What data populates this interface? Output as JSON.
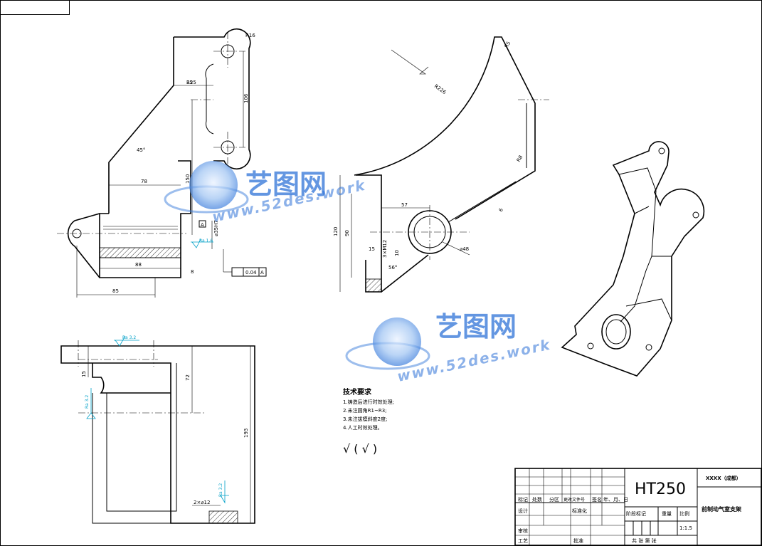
{
  "front_view": {
    "dims": [
      "R16",
      "R25",
      "35",
      "106",
      "45°",
      "150",
      "78",
      "⌀35H7",
      "88",
      "8",
      "85"
    ],
    "roughness": "Ra 1.6",
    "datum": "A",
    "tolerance": {
      "value": "0.04",
      "datum": "A"
    }
  },
  "side_view": {
    "dims": [
      "R5",
      "R226",
      "R8",
      "57",
      "120",
      "90",
      "15",
      "3×M12",
      "10",
      "56°",
      "6",
      "⌀48"
    ]
  },
  "bottom_view": {
    "dims": [
      "15",
      "72",
      "193",
      "2×⌀12"
    ],
    "roughness": [
      "Ra 3.2",
      "Ra 3.2",
      "Ra 3.2"
    ]
  },
  "tech_requirements": {
    "title": "技术要求",
    "items": [
      "1.铸造后进行时效处理;",
      "2.未注圆角R1~R3;",
      "3.未注拔模斜度2度;",
      "4.人工时效处理。"
    ],
    "symbol": "√ ( √ )"
  },
  "title_block": {
    "material": "HT250",
    "company": "XXXX（成都）",
    "part_name": "前制动气室支架",
    "scale_label": "比例",
    "scale": "1:1.5",
    "weight_label": "重量",
    "stage_label": "阶段标记",
    "sheets_label": "共   张 第   张",
    "headers": [
      "标记",
      "处数",
      "分区",
      "更改文件号",
      "签名",
      "年、月、日"
    ],
    "roles": [
      "设计",
      "标准化",
      "审核",
      "工艺",
      "批准"
    ]
  },
  "watermark": {
    "brand": "艺图网",
    "url": "www.52des.work"
  }
}
